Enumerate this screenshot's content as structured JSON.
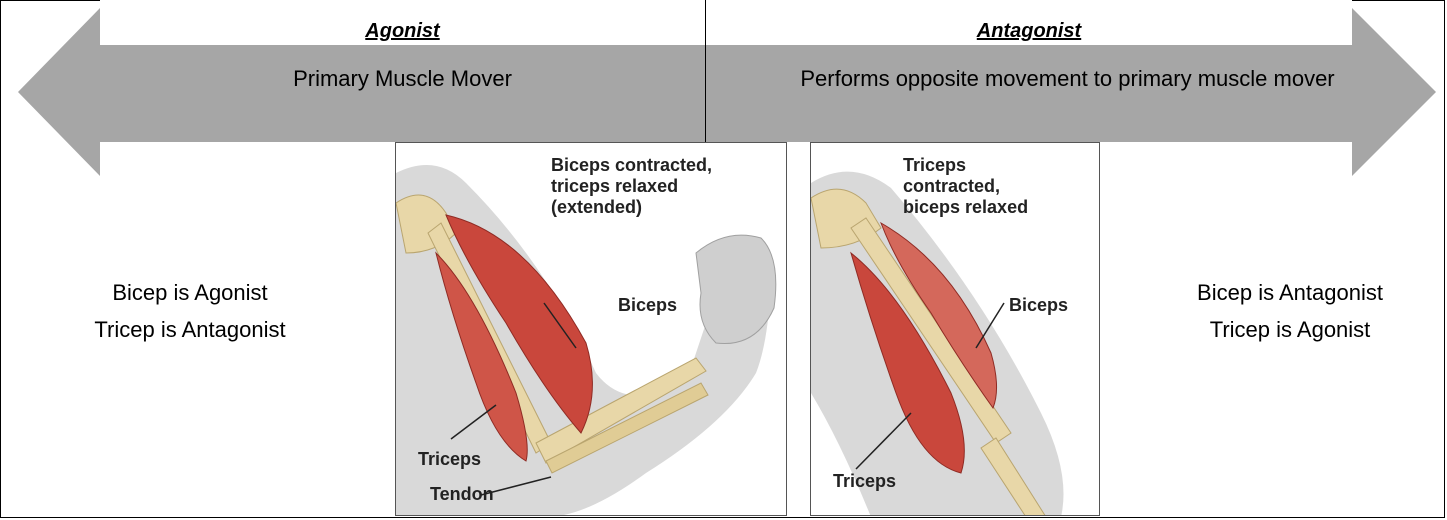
{
  "agonist": {
    "title": "Agonist",
    "definition": "Primary Muscle Mover"
  },
  "antagonist": {
    "title": "Antagonist",
    "definition": "Performs opposite movement to primary muscle mover"
  },
  "left_note": {
    "line1": "Bicep is Agonist",
    "line2": "Tricep is Antagonist"
  },
  "right_note": {
    "line1": "Bicep is Antagonist",
    "line2": "Tricep is Agonist"
  },
  "figure_left": {
    "caption_lines": [
      "Biceps contracted,",
      "triceps relaxed",
      "(extended)"
    ],
    "labels": {
      "biceps": "Biceps",
      "triceps": "Triceps",
      "tendon": "Tendon"
    }
  },
  "figure_right": {
    "caption_lines": [
      "Triceps",
      "contracted,",
      "biceps relaxed"
    ],
    "labels": {
      "biceps": "Biceps",
      "triceps": "Triceps"
    }
  },
  "colors": {
    "arrow": "#a6a6a6",
    "muscle": "#c9473c",
    "bone": "#e8d7a8",
    "skin": "#d9d9d9"
  }
}
